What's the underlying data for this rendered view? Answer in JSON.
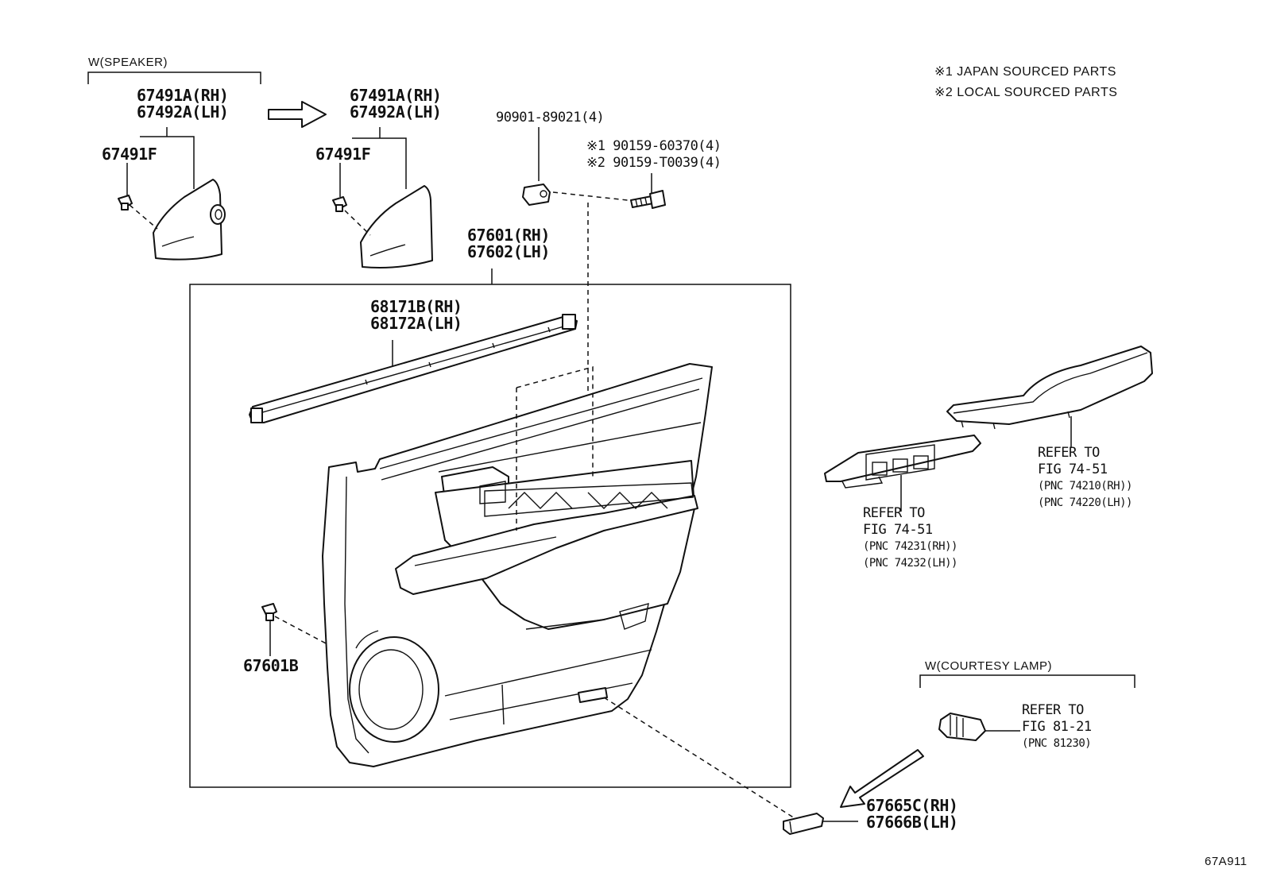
{
  "notes": {
    "note1": "※1  JAPAN SOURCED PARTS",
    "note2": "※2  LOCAL SOURCED PARTS"
  },
  "groups": {
    "speaker": "W(SPEAKER)",
    "courtesy_lamp": "W(COURTESY LAMP)"
  },
  "labels": {
    "p67491a_1": "67491A(RH)",
    "p67492a_1": "67492A(LH)",
    "p67491f_1": "67491F",
    "p67491a_2": "67491A(RH)",
    "p67492a_2": "67492A(LH)",
    "p67491f_2": "67491F",
    "p90901": "90901-89021(4)",
    "p90159_1": "※1 90159-60370(4)",
    "p90159_2": "※2 90159-T0039(4)",
    "p67601": "67601(RH)",
    "p67602": "67602(LH)",
    "p68171b": "68171B(RH)",
    "p68172a": "68172A(LH)",
    "p67601b": "67601B",
    "p67665c": "67665C(RH)",
    "p67666b": "67666B(LH)"
  },
  "refs": {
    "switch_base": {
      "line1": "REFER TO",
      "line2": "FIG 74-51",
      "line3": "(PNC 74231(RH))",
      "line4": "(PNC 74232(LH))"
    },
    "armrest": {
      "line1": "REFER TO",
      "line2": "FIG 74-51",
      "line3": "(PNC 74210(RH))",
      "line4": "(PNC 74220(LH))"
    },
    "lamp": {
      "line1": "REFER TO",
      "line2": "FIG 81-21",
      "line3": "(PNC 81230)"
    }
  },
  "figure_id": "67A911"
}
